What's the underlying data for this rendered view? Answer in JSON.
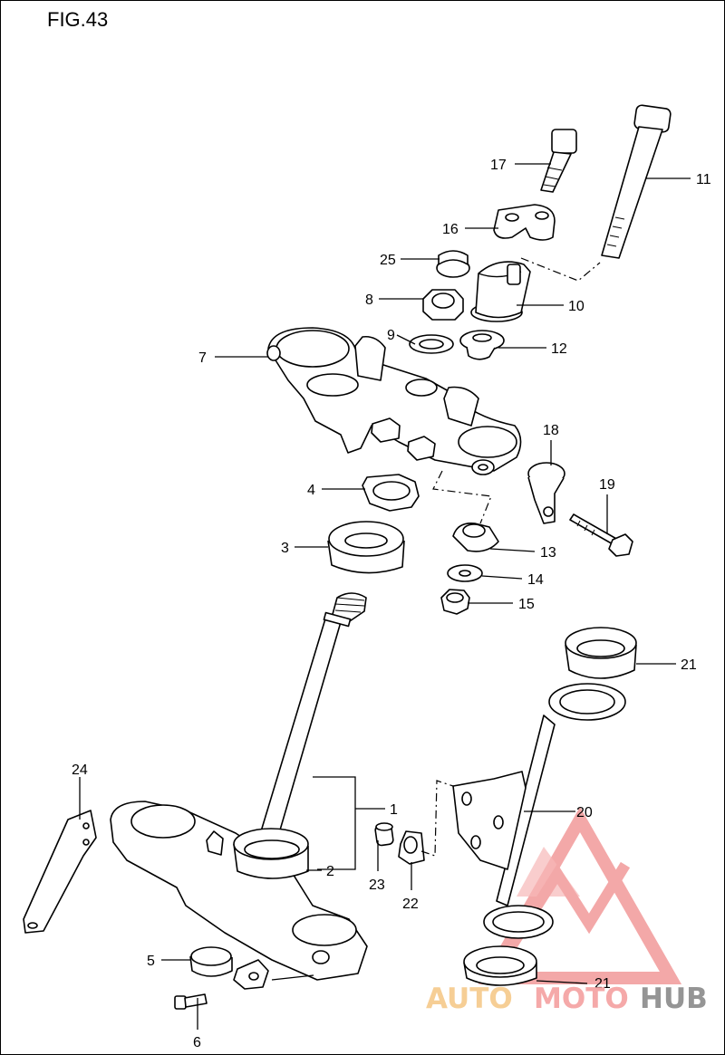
{
  "figure": {
    "title": "FIG.43"
  },
  "callouts": [
    {
      "id": "c1",
      "text": "1"
    },
    {
      "id": "c2",
      "text": "2"
    },
    {
      "id": "c3",
      "text": "3"
    },
    {
      "id": "c4",
      "text": "4"
    },
    {
      "id": "c5",
      "text": "5"
    },
    {
      "id": "c6",
      "text": "6"
    },
    {
      "id": "c7",
      "text": "7"
    },
    {
      "id": "c8",
      "text": "8"
    },
    {
      "id": "c9",
      "text": "9"
    },
    {
      "id": "c10",
      "text": "10"
    },
    {
      "id": "c11",
      "text": "11"
    },
    {
      "id": "c12",
      "text": "12"
    },
    {
      "id": "c13",
      "text": "13"
    },
    {
      "id": "c14",
      "text": "14"
    },
    {
      "id": "c15",
      "text": "15"
    },
    {
      "id": "c16",
      "text": "16"
    },
    {
      "id": "c17",
      "text": "17"
    },
    {
      "id": "c18",
      "text": "18"
    },
    {
      "id": "c19",
      "text": "19"
    },
    {
      "id": "c20",
      "text": "20"
    },
    {
      "id": "c21a",
      "text": "21"
    },
    {
      "id": "c21b",
      "text": "21"
    },
    {
      "id": "c22",
      "text": "22"
    },
    {
      "id": "c23",
      "text": "23"
    },
    {
      "id": "c24",
      "text": "24"
    },
    {
      "id": "c25",
      "text": "25"
    }
  ],
  "watermark": {
    "text_part1": "AUTO",
    "text_part2": "MOTO",
    "text_part3": "HUB",
    "color_primary": "#f4a0a0",
    "color_accent": "#f6c98a",
    "color_dark": "#8a8a8a"
  }
}
